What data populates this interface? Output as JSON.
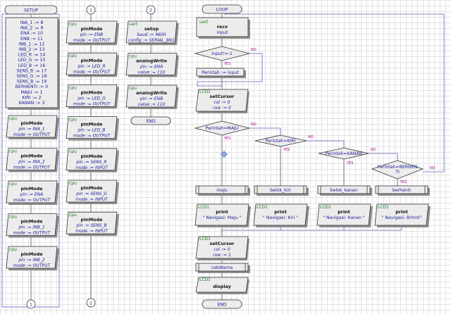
{
  "columns": {
    "setup": {
      "title": "SETUP",
      "setup_tag": "",
      "assignments": [
        "INA_1 := 8",
        "INA_2 := 9",
        "ENA := 10",
        "ENB := 11",
        "INB_1 := 12",
        "INB_2 := 13",
        "LED_R := 14",
        "LED_G := 15",
        "LED_B := 16",
        "SENS_R := 17",
        "SENS_G := 18",
        "SENS_B := 19",
        "BERHENTI := 0",
        "MAJU := 1",
        "KIRI := 2",
        "KANAN := 3"
      ],
      "blocks": [
        {
          "tag": "cpu",
          "name": "pinMode",
          "p1": "pin := INA_1",
          "p2": "mode := OUTPUT"
        },
        {
          "tag": "cpu",
          "name": "pinMode",
          "p1": "pin := INA_2",
          "p2": "mode := OUTPUT"
        },
        {
          "tag": "cpu",
          "name": "pinMode",
          "p1": "pin := ENA",
          "p2": "mode := OUTPUT"
        },
        {
          "tag": "cpu",
          "name": "pinMode",
          "p1": "pin := INB_1",
          "p2": "mode := OUTPUT"
        },
        {
          "tag": "cpu",
          "name": "pinMode",
          "p1": "pin := INB_2",
          "p2": "mode := OUTPUT"
        }
      ],
      "end_connector": "1"
    },
    "col1": {
      "start_connector": "1",
      "blocks": [
        {
          "tag": "cpu",
          "name": "pinMode",
          "p1": "pin := ENB",
          "p2": "mode := OUTPUT"
        },
        {
          "tag": "cpu",
          "name": "pinMode",
          "p1": "pin := LED_R",
          "p2": "mode := OUTPUT"
        },
        {
          "tag": "cpu",
          "name": "pinMode",
          "p1": "pin := LED_G",
          "p2": "mode := OUTPUT"
        },
        {
          "tag": "cpu",
          "name": "pinMode",
          "p1": "pin := LED_B",
          "p2": "mode := OUTPUT"
        },
        {
          "tag": "cpu",
          "name": "pinMode",
          "p1": "pin := SENS_R",
          "p2": "mode := INPUT"
        },
        {
          "tag": "cpu",
          "name": "pinMode",
          "p1": "pin := SENS_G",
          "p2": "mode := INPUT"
        },
        {
          "tag": "cpu",
          "name": "pinMode",
          "p1": "pin := SENS_B",
          "p2": "mode := INPUT"
        }
      ],
      "end_connector": "2"
    },
    "col2": {
      "start_connector": "2",
      "blocks": [
        {
          "tag": "uart",
          "name": "setup",
          "p1": "baud := 9600",
          "p2": "config := SERIAL_8N1"
        },
        {
          "tag": "cpu",
          "name": "analogWrite",
          "p1": "pin := ENA",
          "p2": "value := 110"
        },
        {
          "tag": "cpu",
          "name": "analogWrite",
          "p1": "pin := ENB",
          "p2": "value := 110"
        }
      ],
      "end_label": "END"
    },
    "loop": {
      "title": "LOOP",
      "recv": {
        "tag": "uart",
        "name": "recv",
        "p1": "input"
      },
      "decision_input": "input!=-1",
      "assign": "Perintah := input",
      "setcursor1": {
        "tag": "LCD1",
        "name": "setCursor",
        "p1": "col := 0",
        "p2": "row := 0"
      },
      "dec_maju": "Perintah=MAJU",
      "dec_kiri": "Perintah=KIRI",
      "dec_kanan": "Perintah=KANAN",
      "dec_berhenti": [
        "Perintah=BERHEN",
        "TI"
      ],
      "yes": "YES",
      "no": "NO",
      "subs": [
        "maju",
        "belok_kiri",
        "belok_kanan",
        "berhenti"
      ],
      "prints": [
        {
          "tag": "LCD1",
          "name": "print",
          "p1": "\" Navigasi: Maju \""
        },
        {
          "tag": "LCD1",
          "name": "print",
          "p1": "\" Navigasi: Kiri \""
        },
        {
          "tag": "LCD1",
          "name": "print",
          "p1": "\" Navigasi: Kanan \""
        },
        {
          "tag": "LCD1",
          "name": "print",
          "p1": "\" Navigasi: Brhnti\""
        }
      ],
      "setcursor2": {
        "tag": "LCD1",
        "name": "setCursor",
        "p1": "col := 0",
        "p2": "row := 1"
      },
      "cekwarna": "cekWarna",
      "display": {
        "tag": "LCD1",
        "name": "display"
      },
      "end_label": "END"
    }
  },
  "colors": {
    "text": "#1a1a9a",
    "tag": "#1b7a1b",
    "yes_no": "#b0008a",
    "wire": "#6060c0"
  }
}
